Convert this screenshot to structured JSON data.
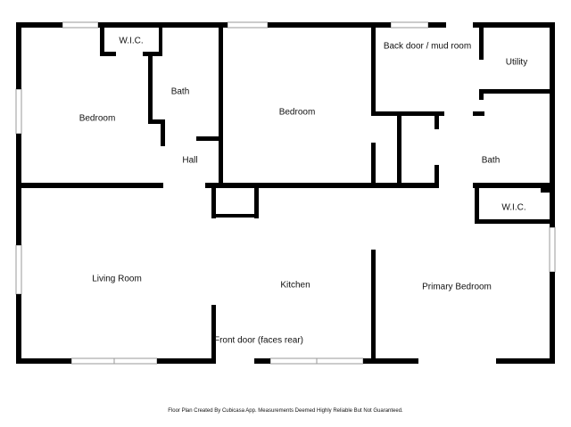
{
  "colors": {
    "wall": "#000000",
    "background": "#ffffff",
    "window_frame": "#9a9a9a",
    "text": "#111111"
  },
  "rooms": {
    "wic_top": "W.I.C.",
    "bedroom_left": "Bedroom",
    "bath_left": "Bath",
    "hall": "Hall",
    "bedroom_middle": "Bedroom",
    "back_door": "Back door / mud room",
    "utility": "Utility",
    "bath_right": "Bath",
    "wic_right": "W.I.C.",
    "living_room": "Living Room",
    "kitchen": "Kitchen",
    "primary_bedroom": "Primary Bedroom",
    "front_door": "Front door (faces rear)"
  },
  "footer": {
    "note": "Floor Plan Created By Cubicasa App. Measurements Deemed Highly Reliable But Not Guaranteed."
  }
}
